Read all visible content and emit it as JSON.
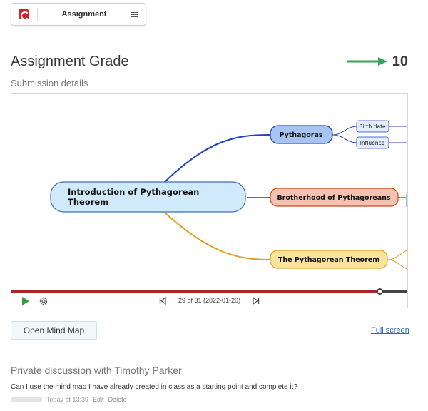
{
  "topbar": {
    "title": "Assignment",
    "logo_icon": "app-logo-icon",
    "menu_icon": "hamburger-icon"
  },
  "grade": {
    "title": "Assignment Grade",
    "value": "10",
    "arrow_color": "#3aa35a"
  },
  "submission": {
    "label": "Submission details"
  },
  "mindmap": {
    "central": {
      "line1": "Introduction of Pythagorean",
      "line2": "Theorem"
    },
    "branches": [
      {
        "label": "Pythagoras",
        "color": "#2244bb",
        "fill": "#a8c4f2"
      },
      {
        "label": "Brotherhood of Pythagoreans",
        "color": "#c84a22",
        "fill": "#f3c2b0"
      },
      {
        "label": "The Pythagorean Theorem",
        "color": "#e0a020",
        "fill": "#fae39a"
      }
    ],
    "sub_branches": [
      {
        "label": "Birth date"
      },
      {
        "label": "Influence"
      }
    ]
  },
  "player": {
    "progress": 0.927,
    "frame_label": "29 of 31 (2022-01-20)",
    "play_color": "#3b9b3b",
    "progress_color": "#a3262a"
  },
  "actions": {
    "open_label": "Open Mind Map",
    "fullscreen_label": "Full screen"
  },
  "discussion": {
    "title": "Private discussion with Timothy Parker",
    "message": "Can I use the mind map I have already created in class as a starting point and complete it?",
    "timestamp": "Today at 13:39",
    "edit_label": "Edit",
    "delete_label": "Delete"
  }
}
